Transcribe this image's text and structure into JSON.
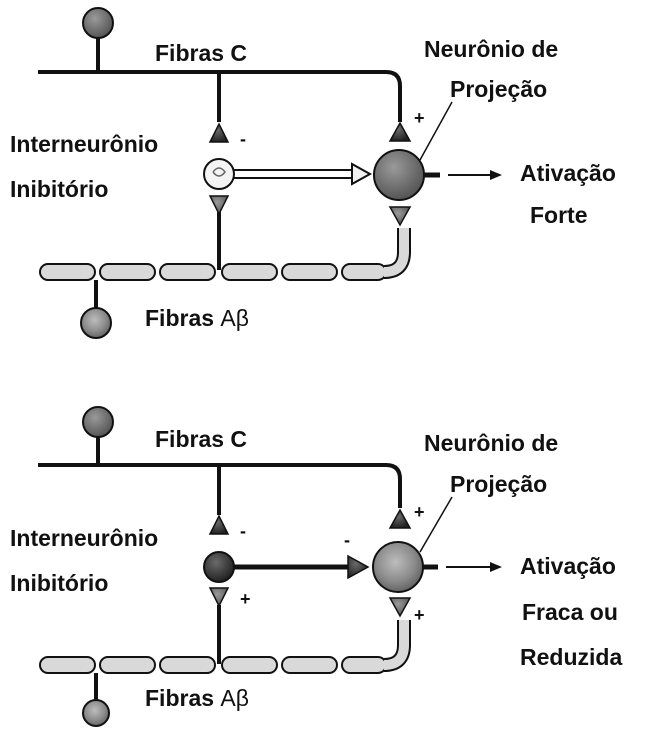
{
  "panel_top": {
    "fibras_c": "Fibras C",
    "projection_line1": "Neurônio de",
    "projection_line2": "Projeção",
    "interneuron_line1": "Interneurônio",
    "interneuron_line2": "Inibitório",
    "output_line1": "Ativação",
    "output_line2": "Forte",
    "fibras_ab_prefix": "Fibras ",
    "fibras_ab_greek": "Aβ",
    "sign_c_to_interneuron": "-",
    "sign_c_to_projection": "+"
  },
  "panel_bottom": {
    "fibras_c": "Fibras C",
    "projection_line1": "Neurônio de",
    "projection_line2": "Projeção",
    "interneuron_line1": "Interneurônio",
    "interneuron_line2": "Inibitório",
    "output_line1": "Ativação",
    "output_line2": "Fraca ou",
    "output_line3": "Reduzida",
    "fibras_ab_prefix": "Fibras ",
    "fibras_ab_greek": "Aβ",
    "sign_c_to_interneuron": "-",
    "sign_c_to_projection": "+",
    "sign_inhibitory": "-",
    "sign_ab_to_interneuron": "+",
    "sign_ab_to_projection": "+"
  },
  "colors": {
    "line": "#111111",
    "dark_soma": "#444444",
    "gray_soma": "#777777",
    "light_soma": "#f2f2f2",
    "segment_fill": "#d9d9d9"
  }
}
